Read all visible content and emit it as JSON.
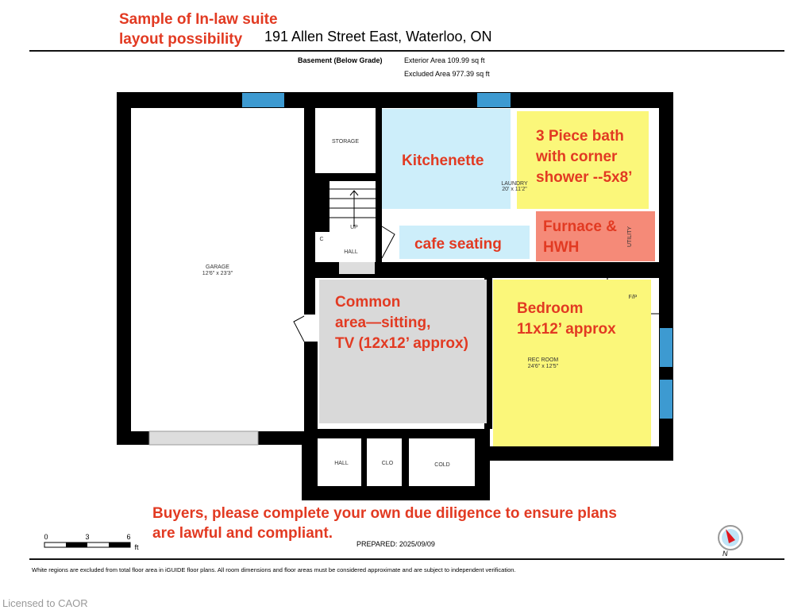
{
  "header": {
    "note_line1": "Sample of In-law suite",
    "note_line2": "layout possibility",
    "address": "191 Allen Street East, Waterloo, ON"
  },
  "floor": {
    "name": "Basement (Below Grade)",
    "exterior_area": "Exterior Area 109.99 sq ft",
    "excluded_area": "Excluded Area 977.39 sq ft"
  },
  "rooms": {
    "garage": "GARAGE",
    "garage_dim": "12'6\" x 23'3\"",
    "storage": "STORAGE",
    "up": "UP",
    "hall": "HALL",
    "c": "C",
    "laundry": "LAUNDRY",
    "laundry_dim": "20' x 11'2\"",
    "utility": "UTILITY",
    "rec": "REC ROOM",
    "rec_dim": "24'6\" x 12'5\"",
    "fp": "F/P",
    "hall2": "HALL",
    "clo": "CLO",
    "cold": "COLD"
  },
  "overlays": {
    "kitchenette": "Kitchenette",
    "bath": [
      "3 Piece bath",
      "with corner",
      "shower --5x8’"
    ],
    "cafe": "cafe seating",
    "furnace": [
      "Furnace &",
      "HWH"
    ],
    "common": [
      "Common",
      "area—sitting,",
      "TV (12x12’ approx)"
    ],
    "bedroom": [
      "Bedroom",
      "11x12’ approx"
    ]
  },
  "notice": {
    "line1": "Buyers, please complete your own due diligence to ensure plans",
    "line2": "are lawful and compliant."
  },
  "scale": {
    "t0": "0",
    "t3": "3",
    "t6": "6",
    "unit": "ft"
  },
  "prepared": "PREPARED: 2025/09/09",
  "compass": "N",
  "disclaimer": "White regions are excluded from total floor area in iGUIDE floor plans. All room dimensions and floor areas must be considered approximate and are subject to independent verification.",
  "license": "Licensed to CAOR",
  "colors": {
    "red": "#e23a22",
    "blue": "#cdeefa",
    "yellow": "#fbf77a",
    "salmon": "#f58a78",
    "gray": "#d9d9d9",
    "window": "#3d9ad1"
  }
}
